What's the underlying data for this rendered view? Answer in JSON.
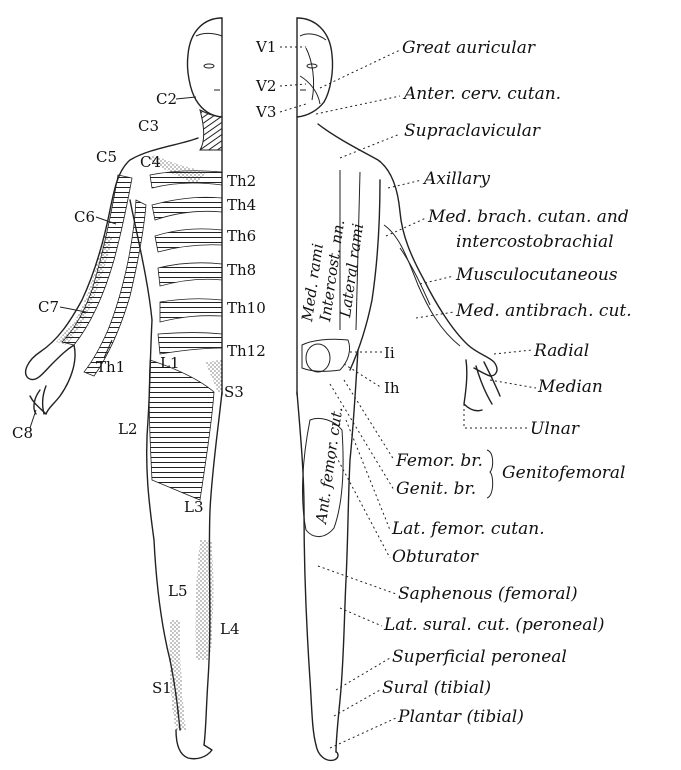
{
  "dermatome_labels": {
    "c2": "C2",
    "c3": "C3",
    "c4": "C4",
    "c5": "C5",
    "c6": "C6",
    "c7": "C7",
    "c8": "C8",
    "th1": "Th1",
    "th2": "Th2",
    "th4": "Th4",
    "th6": "Th6",
    "th8": "Th8",
    "th10": "Th10",
    "th12": "Th12",
    "l1": "L1",
    "l2": "L2",
    "l3": "L3",
    "l4": "L4",
    "l5": "L5",
    "s1": "S1",
    "s3": "S3"
  },
  "trigeminal_labels": {
    "v1": "V1",
    "v2": "V2",
    "v3": "V3"
  },
  "trunk_labels": {
    "med_rami": "Med. rami",
    "intercost": "Intercost. nn.",
    "lateral_rami": "Lateral rami"
  },
  "thigh_labels": {
    "ant_femor": "Ant. femor. cut.",
    "ii": "Ii",
    "ih": "Ih"
  },
  "nerves": {
    "great_auricular": "Great auricular",
    "anter_cerv": "Anter. cerv. cutan.",
    "supraclavicular": "Supraclavicular",
    "axillary": "Axillary",
    "med_brach_1": "Med. brach. cutan. and",
    "med_brach_2": "intercostobrachial",
    "musculocutaneous": "Musculocutaneous",
    "med_antibrach": "Med. antibrach. cut.",
    "radial": "Radial",
    "median": "Median",
    "ulnar": "Ulnar",
    "femor_br": "Femor. br.",
    "genit_br": "Genit. br.",
    "genitofemoral": "Genitofemoral",
    "lat_femor": "Lat. femor. cutan.",
    "obturator": "Obturator",
    "saphenous": "Saphenous (femoral)",
    "lat_sural": "Lat. sural. cut. (peroneal)",
    "superficial_peroneal": "Superficial peroneal",
    "sural": "Sural (tibial)",
    "plantar": "Plantar (tibial)"
  }
}
